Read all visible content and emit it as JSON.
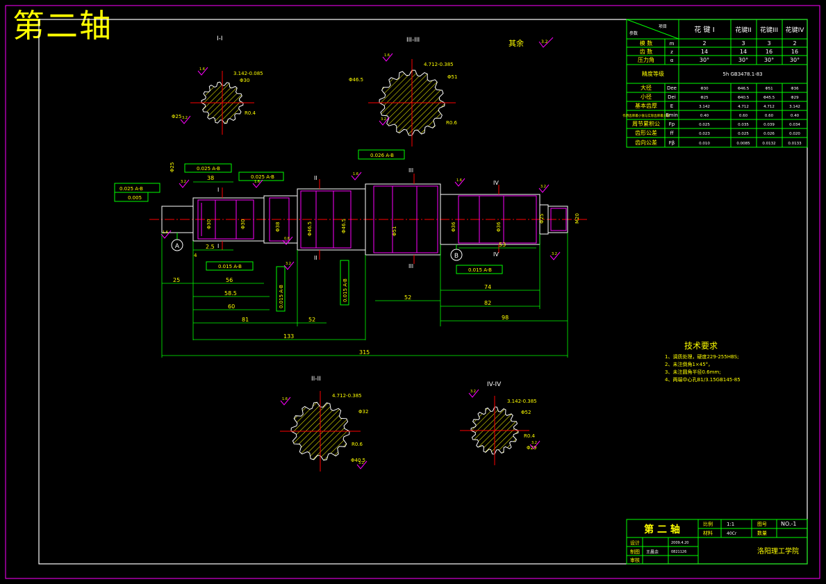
{
  "drawing_title": "第二轴",
  "section_labels": {
    "s1": "I-I",
    "s2": "II-II",
    "s3": "III-III",
    "s4": "IV-IV"
  },
  "rest_note": "其余",
  "roughness": {
    "r32": "3.2",
    "r16": "1.6",
    "r08": "0.8"
  },
  "spline_table": {
    "corner_top": "项目",
    "corner_bottom": "参数",
    "headers": [
      "花 键 I",
      "花键II",
      "花键III",
      "花键IV"
    ],
    "rows": [
      {
        "label": "模 数",
        "sym": "m",
        "values": [
          "2",
          "3",
          "3",
          "2"
        ]
      },
      {
        "label": "齿 数",
        "sym": "z",
        "values": [
          "14",
          "14",
          "16",
          "16"
        ]
      },
      {
        "label": "压力角",
        "sym": "α",
        "values": [
          "30°",
          "30°",
          "30°",
          "30°"
        ]
      },
      {
        "label": "精度等级",
        "sym": "",
        "span": "5h  GB3478.1-83"
      },
      {
        "label": "大径",
        "sym": "Dee",
        "values": [
          "Φ30",
          "Φ46.5",
          "Φ51",
          "Φ36"
        ]
      },
      {
        "label": "小径",
        "sym": "Dei",
        "values": [
          "Φ25",
          "Φ40.5",
          "Φ45.5",
          "Φ29"
        ]
      },
      {
        "label": "基本齿厚",
        "sym": "E",
        "values": [
          "3.142",
          "4.712",
          "4.712",
          "3.142"
        ]
      },
      {
        "label": "作用齿厚最小值与实际齿厚最大值",
        "sym": "Emin",
        "values": [
          "0.40",
          "0.60",
          "0.60",
          "0.40"
        ]
      },
      {
        "label": "周节累积公",
        "sym": "Fp",
        "values": [
          "0.025",
          "0.035",
          "0.039",
          "0.034"
        ]
      },
      {
        "label": "齿形公差",
        "sym": "ff",
        "values": [
          "0.023",
          "0.025",
          "0.026",
          "0.020"
        ]
      },
      {
        "label": "齿向公差",
        "sym": "Fβ",
        "values": [
          "0.010",
          "0.0085",
          "0.0132",
          "0.0133"
        ]
      }
    ]
  },
  "tech_req": {
    "title": "技术要求",
    "items": [
      "1、调质处理，硬度229-255HBS;",
      "2、未注倒角1×45°，",
      "3、未注圆角半径0.6mm;",
      "4、两端中心孔B1/3.15GB145-85"
    ]
  },
  "dims": {
    "d25": "25",
    "d56": "56",
    "d58_5": "58.5",
    "d60": "60",
    "d81": "81",
    "d52a": "52",
    "d133": "133",
    "d315": "315",
    "d52b": "52",
    "d74": "74",
    "d82": "82",
    "d98": "98",
    "d53": "53",
    "d38": "38",
    "d2_5": "2.5",
    "d4": "4"
  },
  "datums": {
    "a": "A",
    "b": "B"
  },
  "tolerance_frames": {
    "f1": "0.025  A-B",
    "f2": "0.005",
    "f3": "0.025  A-B",
    "f4": "0.025  A-B",
    "f5": "0.015  A-B",
    "f6": "0.015  A-B",
    "f7": "0.015  A-B",
    "f8": "0.026  A-B",
    "f9": "0.015  A-B"
  },
  "section_marks": {
    "m1": "I",
    "m2": "II",
    "m3": "III",
    "m4": "IV"
  },
  "section_notes": {
    "s1_e": "3.142-0.085",
    "s1_d": "Φ30",
    "s1_r": "R0.4",
    "s1_i": "Φ25",
    "s2_e": "4.712-0.385",
    "s2_d": "Φ32",
    "s2_r": "R0.6",
    "s2_i": "Φ40.5",
    "s3_e": "4.712-0.385",
    "s3_d": "Φ51",
    "s3_r": "R0.6",
    "s3_i": "Φ46.5",
    "s4_e": "3.142-0.385",
    "s4_d": "Φ52",
    "s4_r": "R0.4",
    "s4_i": "Φ29"
  },
  "title_block": {
    "part_name": "第 二 轴",
    "scale_label": "比例",
    "scale_value": "1:1",
    "material_label": "材料",
    "material_value": "40Cr",
    "drawing_no_label": "图号",
    "drawing_no": "NO.-1",
    "qty_label": "数量",
    "design_label": "设计",
    "design_date": "2009.4.20",
    "draw_label": "制图",
    "drawer": "王晨余",
    "drawer_id": "0821126",
    "audit_label": "审核",
    "school": "洛阳理工学院"
  },
  "colors": {
    "frame": "#ff00ff",
    "outline": "#00ff00",
    "dim": "#00ff00",
    "center": "#ff0000",
    "hatch": "#ffff00",
    "text": "#ffffff",
    "accent": "#ff00ff"
  }
}
